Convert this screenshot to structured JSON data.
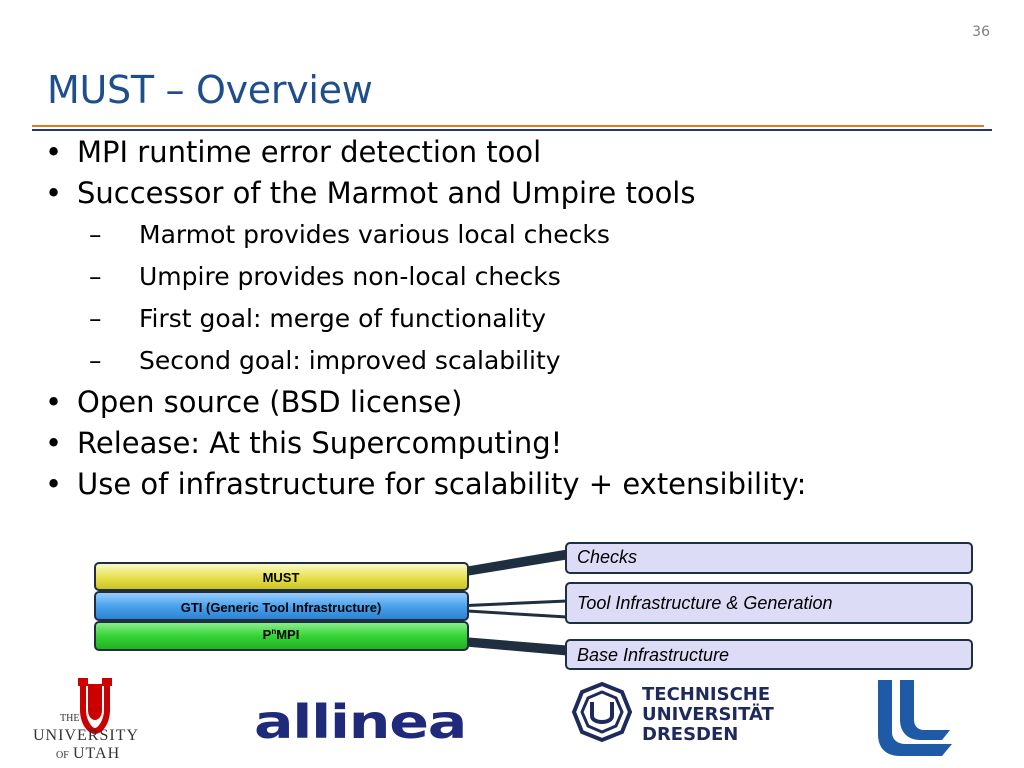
{
  "slide_number": "36",
  "title": "MUST – Overview",
  "bullets": [
    {
      "level": 1,
      "text": "MPI runtime error detection tool"
    },
    {
      "level": 1,
      "text": "Successor of the Marmot and Umpire tools"
    },
    {
      "level": 2,
      "text": "Marmot provides various local checks"
    },
    {
      "level": 2,
      "text": "Umpire provides non-local checks"
    },
    {
      "level": 2,
      "text": "First goal: merge of functionality"
    },
    {
      "level": 2,
      "text": "Second goal: improved scalability"
    },
    {
      "level": 1,
      "text": "Open source (BSD license)"
    },
    {
      "level": 1,
      "text": "Release: At this Supercomputing!"
    },
    {
      "level": 1,
      "text": "Use of infrastructure for scalability + extensibility:"
    }
  ],
  "symbols": {
    "bullet": "•",
    "dash": "–"
  },
  "diagram": {
    "layers": [
      {
        "label": "MUST",
        "color": "#e6e04a"
      },
      {
        "label": "GTI (Generic Tool Infrastructure)",
        "color": "#4aa3ef"
      },
      {
        "label_base": "P",
        "label_sup": "n",
        "label_rest": "MPI",
        "color": "#36d336"
      }
    ],
    "callouts": [
      "Checks",
      "Tool Infrastructure & Generation",
      "Base Infrastructure"
    ],
    "callout_fill": "#dcdcf7"
  },
  "logos": {
    "utah": {
      "line1": "THE",
      "line2": "UNIVERSITY",
      "line3a": "OF",
      "line3b": "UTAH",
      "color": "#cc0000"
    },
    "allinea": {
      "text": "allinea",
      "color": "#1f2a7a"
    },
    "tud": {
      "line1": "TECHNISCHE",
      "line2": "UNIVERSITÄT",
      "line3": "DRESDEN",
      "color": "#1f2a5c"
    },
    "ll": {
      "color": "#1f5aa6"
    }
  }
}
